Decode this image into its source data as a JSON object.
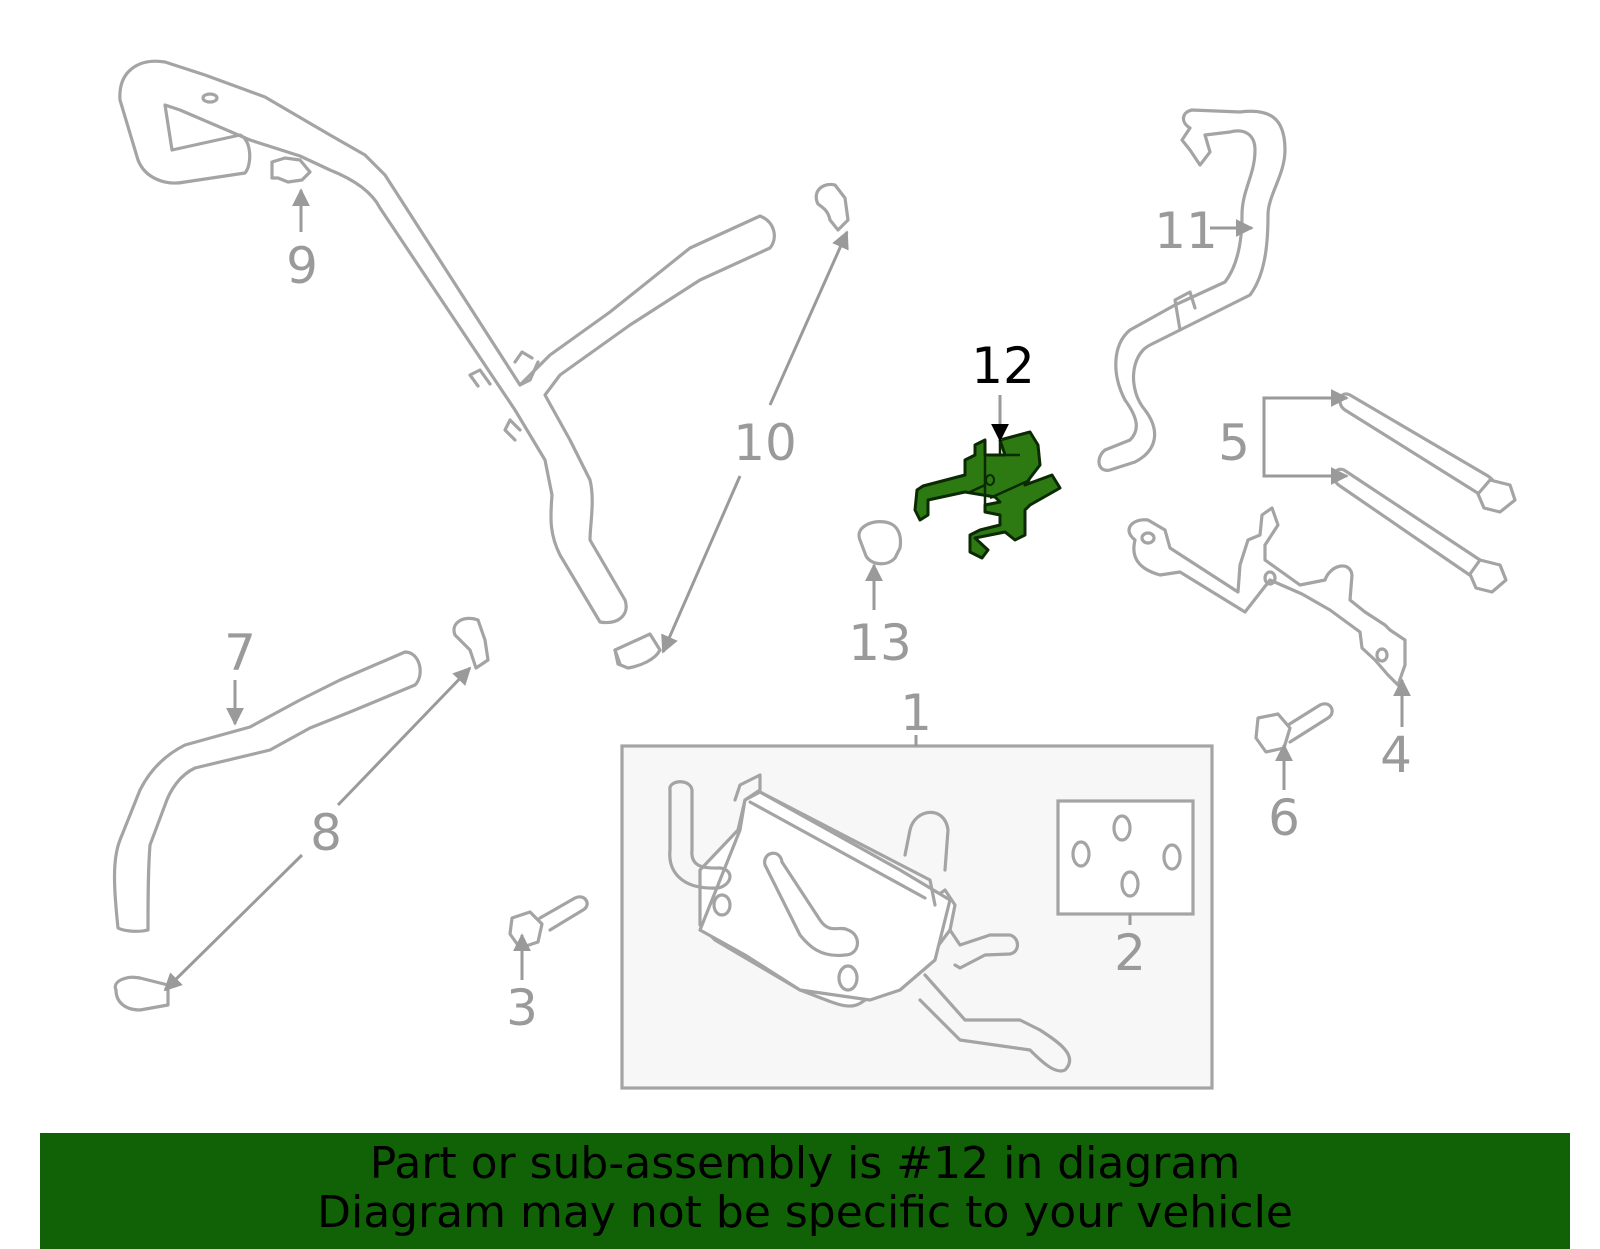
{
  "callouts": {
    "c1": "1",
    "c2": "2",
    "c3": "3",
    "c4": "4",
    "c5": "5",
    "c6": "6",
    "c7": "7",
    "c8": "8",
    "c9": "9",
    "c10": "10",
    "c11": "11",
    "c12": "12",
    "c13": "13"
  },
  "highlight": {
    "part": "12",
    "color": "#2d7a12"
  },
  "footer": {
    "line1": "Part or sub-assembly is #12 in diagram",
    "line2": "Diagram may not be specific to your vehicle",
    "background": "#116107"
  }
}
